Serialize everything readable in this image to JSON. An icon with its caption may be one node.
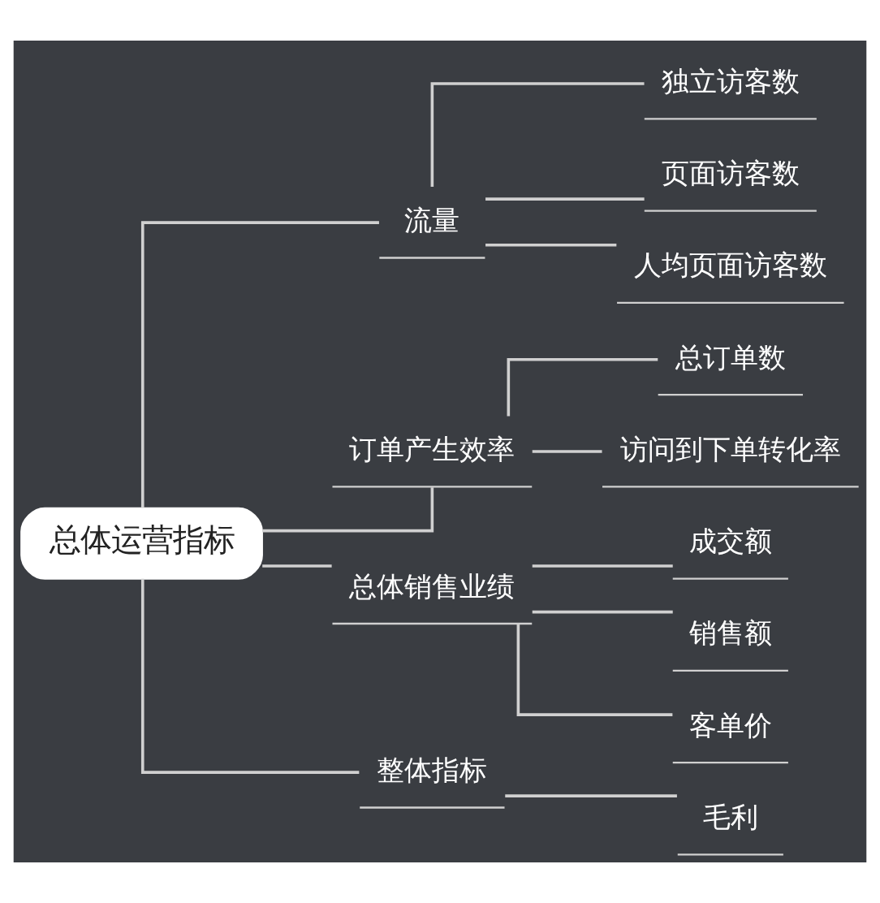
{
  "diagram": {
    "nodes": [
      {
        "text": [
          "总体运营指标"
        ]
      },
      {
        "text": [
          "流量"
        ]
      },
      {
        "text": [
          "独立访客数"
        ]
      },
      {
        "text": [
          "页面访客数"
        ]
      },
      {
        "text": [
          "人均页面访客数"
        ]
      },
      {
        "text": [
          "订单产生效率"
        ]
      },
      {
        "text": [
          "总订单数"
        ]
      },
      {
        "text": [
          "访问到下单转化率"
        ]
      },
      {
        "text": [
          "总体销售业绩"
        ]
      },
      {
        "text": [
          "成交额"
        ]
      },
      {
        "text": [
          "销售额"
        ]
      },
      {
        "text": [
          "客单价"
        ]
      },
      {
        "text": [
          "整体指标"
        ]
      },
      {
        "text": [
          "毛利"
        ]
      }
    ],
    "edges": [
      {
        "from": 0,
        "to": 1,
        "arrow": "none"
      },
      {
        "from": 1,
        "to": 2,
        "arrow": "none"
      },
      {
        "from": 1,
        "to": 3,
        "arrow": "none"
      },
      {
        "from": 1,
        "to": 4,
        "arrow": "none"
      },
      {
        "from": 0,
        "to": 5,
        "arrow": "none"
      },
      {
        "from": 5,
        "to": 6,
        "arrow": "none"
      },
      {
        "from": 5,
        "to": 7,
        "arrow": "none"
      },
      {
        "from": 0,
        "to": 8,
        "arrow": "none"
      },
      {
        "from": 8,
        "to": 9,
        "arrow": "none"
      },
      {
        "from": 8,
        "to": 10,
        "arrow": "none"
      },
      {
        "from": 8,
        "to": 11,
        "arrow": "none"
      },
      {
        "from": 0,
        "to": 12,
        "arrow": "none"
      },
      {
        "from": 12,
        "to": 13,
        "arrow": "none"
      }
    ]
  }
}
